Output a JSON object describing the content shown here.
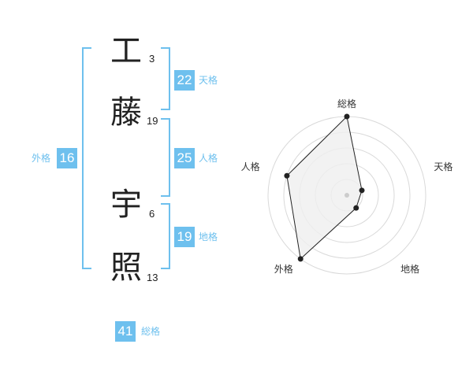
{
  "name": {
    "chars": [
      {
        "char": "工",
        "strokes": "3"
      },
      {
        "char": "藤",
        "strokes": "19"
      },
      {
        "char": "宇",
        "strokes": "6"
      },
      {
        "char": "照",
        "strokes": "13"
      }
    ]
  },
  "kakusu": {
    "tenkaku": {
      "value": "22",
      "label": "天格"
    },
    "jinkaku": {
      "value": "25",
      "label": "人格"
    },
    "chikaku": {
      "value": "19",
      "label": "地格"
    },
    "gaikaku": {
      "value": "16",
      "label": "外格"
    },
    "soukaku": {
      "value": "41",
      "label": "総格"
    }
  },
  "colors": {
    "accent": "#6ec0ee",
    "text": "#222222",
    "ring": "#d9d9d9",
    "fill": "#efefef",
    "line": "#222222"
  },
  "chart_data": {
    "type": "radar",
    "axes": [
      "総格",
      "天格",
      "地格",
      "外格",
      "人格"
    ],
    "values": [
      5,
      1,
      1,
      5,
      4
    ],
    "max": 5,
    "rings": 5
  }
}
